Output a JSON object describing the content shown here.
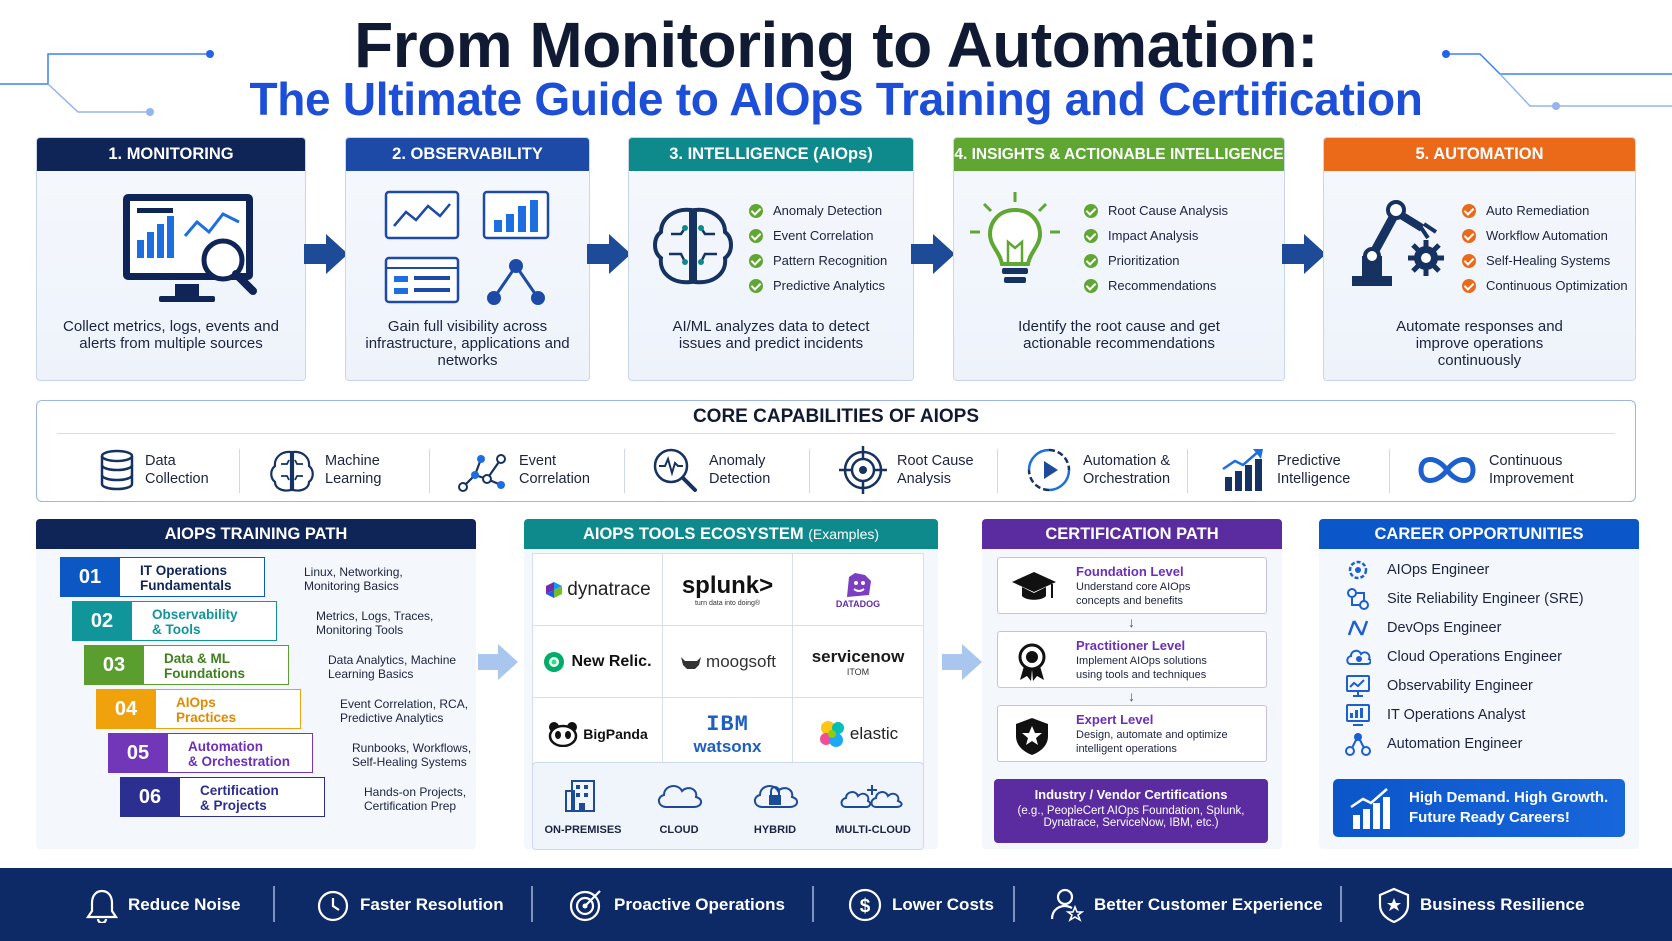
{
  "header": {
    "title": "From Monitoring to Automation:",
    "subtitle": "The Ultimate Guide to AIOps Training and Certification"
  },
  "stages": [
    {
      "title": "1. MONITORING",
      "color": "#0f2557",
      "description": "Collect metrics, logs, events and alerts from multiple sources",
      "icon": "monitor-dashboard-icon",
      "items": []
    },
    {
      "title": "2. OBSERVABILITY",
      "color": "#1c4aa6",
      "description": "Gain full visibility across infrastructure, applications and networks",
      "icon": "observability-charts-icon",
      "items": []
    },
    {
      "title": "3. INTELLIGENCE (AIOps)",
      "color": "#0f8a8c",
      "description": "AI/ML analyzes data to detect issues and predict incidents",
      "icon": "brain-circuit-icon",
      "items": [
        "Anomaly Detection",
        "Event Correlation",
        "Pattern Recognition",
        "Predictive Analytics"
      ]
    },
    {
      "title": "4. INSIGHTS & ACTIONABLE INTELLIGENCE",
      "color": "#5fa632",
      "description": "Identify the root cause and get actionable recommendations",
      "icon": "lightbulb-icon",
      "items": [
        "Root Cause Analysis",
        "Impact Analysis",
        "Prioritization",
        "Recommendations"
      ]
    },
    {
      "title": "5. AUTOMATION",
      "color": "#ea6a1a",
      "description": "Automate responses and improve operations continuously",
      "icon": "robot-arm-icon",
      "items": [
        "Auto Remediation",
        "Workflow Automation",
        "Self-Healing Systems",
        "Continuous Optimization"
      ]
    }
  ],
  "core": {
    "title": "CORE CAPABILITIES OF AIOPS",
    "items": [
      {
        "l1": "Data",
        "l2": "Collection",
        "icon": "database-icon"
      },
      {
        "l1": "Machine",
        "l2": "Learning",
        "icon": "brain-icon"
      },
      {
        "l1": "Event",
        "l2": "Correlation",
        "icon": "network-nodes-icon"
      },
      {
        "l1": "Anomaly",
        "l2": "Detection",
        "icon": "magnifier-pulse-icon"
      },
      {
        "l1": "Root Cause",
        "l2": "Analysis",
        "icon": "target-icon"
      },
      {
        "l1": "Automation &",
        "l2": "Orchestration",
        "icon": "cycle-play-icon"
      },
      {
        "l1": "Predictive",
        "l2": "Intelligence",
        "icon": "growth-chart-icon"
      },
      {
        "l1": "Continuous",
        "l2": "Improvement",
        "icon": "infinity-icon"
      }
    ]
  },
  "training": {
    "title": "AIOPS TRAINING PATH",
    "steps": [
      {
        "num": "01",
        "l1": "IT Operations",
        "l2": "Fundamentals",
        "d1": "Linux, Networking,",
        "d2": "Monitoring Basics",
        "color": "#0b58c4"
      },
      {
        "num": "02",
        "l1": "Observability",
        "l2": "& Tools",
        "d1": "Metrics, Logs, Traces,",
        "d2": "Monitoring Tools",
        "color": "#10959b"
      },
      {
        "num": "03",
        "l1": "Data & ML",
        "l2": "Foundations",
        "d1": "Data Analytics, Machine",
        "d2": "Learning Basics",
        "color": "#5a9e2f"
      },
      {
        "num": "04",
        "l1": "AIOps",
        "l2": "Practices",
        "d1": "Event Correlation, RCA,",
        "d2": "Predictive Analytics",
        "color": "#f0a20d"
      },
      {
        "num": "05",
        "l1": "Automation",
        "l2": "& Orchestration",
        "d1": "Runbooks, Workflows,",
        "d2": "Self-Healing Systems",
        "color": "#7137b8"
      },
      {
        "num": "06",
        "l1": "Certification",
        "l2": "& Projects",
        "d1": "Hands-on Projects,",
        "d2": "Certification Prep",
        "color": "#2b2f8f"
      }
    ]
  },
  "tools": {
    "title": "AIOPS TOOLS ECOSYSTEM",
    "title_suffix": "(Examples)",
    "logos": {
      "dynatrace": "dynatrace",
      "splunk": "splunk>",
      "splunk_tag": "turn data into doing®",
      "datadog": "DATADOG",
      "newrelic": "New Relic.",
      "moogsoft": "moogsoft",
      "servicenow": "servicenow",
      "servicenow_tag": "ITOM",
      "bigpanda": "BigPanda",
      "ibm": "IBM",
      "watsonx": "watsonx",
      "elastic": "elastic"
    },
    "deploy": [
      "ON-PREMISES",
      "CLOUD",
      "HYBRID",
      "MULTI-CLOUD"
    ]
  },
  "certification": {
    "title": "CERTIFICATION PATH",
    "levels": [
      {
        "name": "Foundation Level",
        "d1": "Understand core AIOps",
        "d2": "concepts and benefits"
      },
      {
        "name": "Practitioner Level",
        "d1": "Implement AIOps solutions",
        "d2": "using tools and techniques"
      },
      {
        "name": "Expert Level",
        "d1": "Design, automate and optimize",
        "d2": "intelligent operations"
      }
    ],
    "vendor_title": "Industry / Vendor Certifications",
    "vendor_l1": "(e.g., PeopleCert AIOps Foundation, Splunk,",
    "vendor_l2": "Dynatrace, ServiceNow, IBM, etc.)"
  },
  "career": {
    "title": "CAREER OPPORTUNITIES",
    "roles": [
      "AIOps Engineer",
      "Site Reliability Engineer (SRE)",
      "DevOps Engineer",
      "Cloud Operations Engineer",
      "Observability Engineer",
      "IT Operations Analyst",
      "Automation Engineer"
    ],
    "demand_l1": "High Demand. High Growth.",
    "demand_l2": "Future Ready Careers!"
  },
  "footer": [
    "Reduce Noise",
    "Faster Resolution",
    "Proactive Operations",
    "Lower Costs",
    "Better Customer Experience",
    "Business Resilience"
  ]
}
